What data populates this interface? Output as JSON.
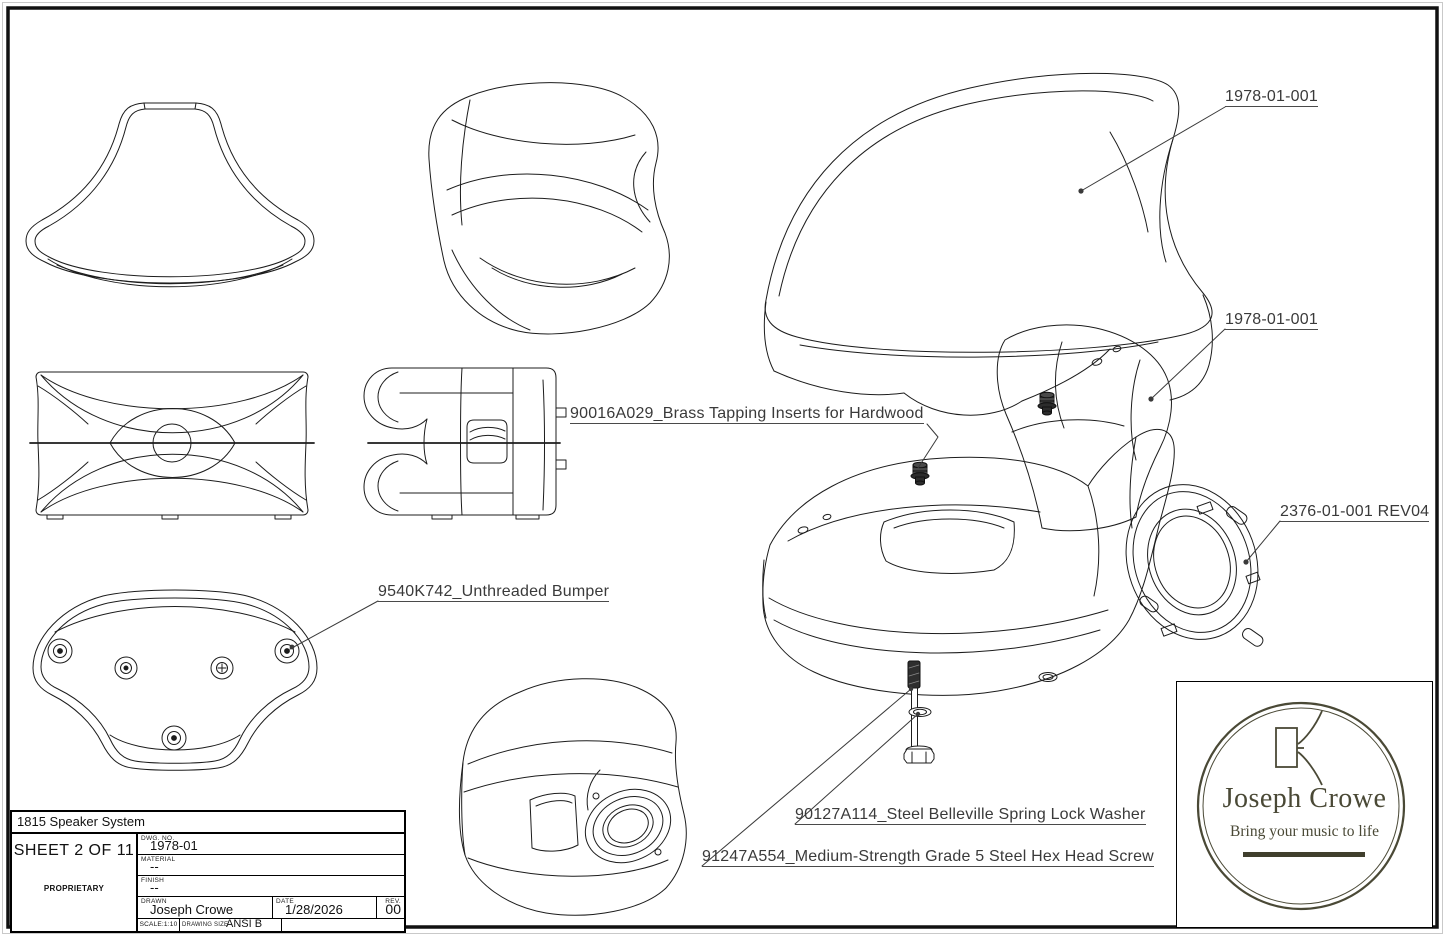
{
  "callouts": {
    "top_shell": "1978-01-001",
    "bottom_shell": "1978-01-001",
    "driver_flange": "2376-01-001 REV04",
    "brass_insert": "90016A029_Brass Tapping Inserts for Hardwood",
    "bumper": "9540K742_Unthreaded Bumper",
    "lock_washer": "90127A114_Steel Belleville Spring Lock Washer",
    "hex_screw": "91247A554_Medium-Strength Grade 5 Steel Hex Head Screw"
  },
  "title_block": {
    "title": "1815 Speaker System",
    "sheet": "SHEET 2 OF 11",
    "proprietary": "PROPRIETARY",
    "dwg_no_label": "DWG. NO.",
    "dwg_no": "1978-01",
    "material_label": "MATERIAL",
    "material": "--",
    "finish_label": "FINISH",
    "finish": "--",
    "drawn_label": "DRAWN",
    "drawn": "Joseph Crowe",
    "date_label": "DATE",
    "date": "1/28/2026",
    "rev_label": "REV.",
    "rev": "00",
    "scale": "SCALE:1:10",
    "drawing_size_label": "DRAWING SIZE",
    "drawing_size": "ANSI B"
  },
  "logo": {
    "name": "Joseph Crowe",
    "tagline": "Bring your music to life",
    "accent_color": "#4a4936"
  },
  "colors": {
    "line": "#1c1c1c",
    "label_text": "#3a3a3a",
    "border": "#111111",
    "background": "#ffffff"
  }
}
